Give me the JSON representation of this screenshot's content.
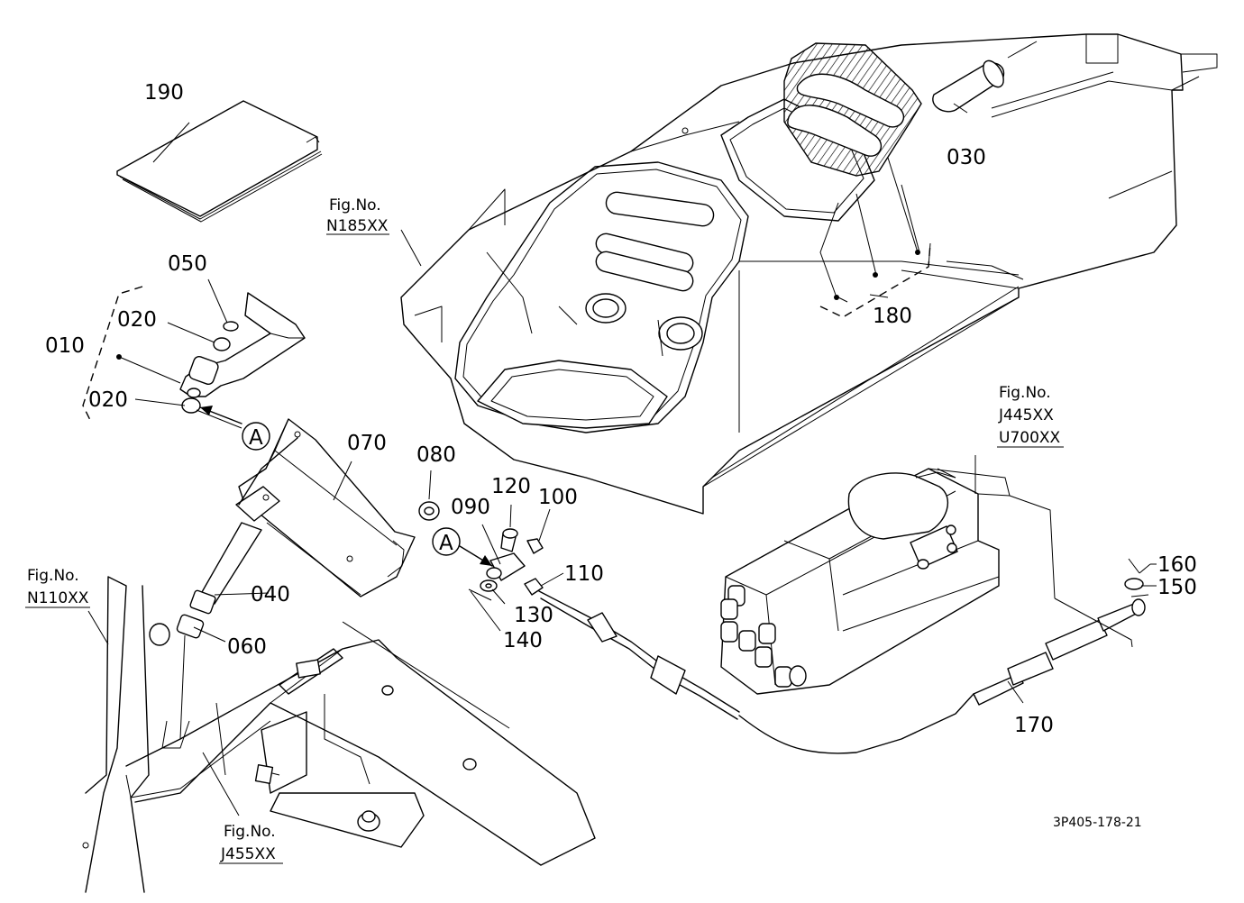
{
  "parts": {
    "p010": "010",
    "p020a": "020",
    "p020b": "020",
    "p030": "030",
    "p040": "040",
    "p050": "050",
    "p060": "060",
    "p070": "070",
    "p080": "080",
    "p090": "090",
    "p100": "100",
    "p110": "110",
    "p120": "120",
    "p130": "130",
    "p140": "140",
    "p150": "150",
    "p160": "160",
    "p170": "170",
    "p180": "180",
    "p190": "190"
  },
  "markers": {
    "a1": "A",
    "a2": "A"
  },
  "refs": {
    "n185": {
      "line1": "Fig.No.",
      "line2": "N185XX"
    },
    "j445": {
      "line1": "Fig.No.",
      "line2": "J445XX",
      "line3": "U700XX"
    },
    "n110": {
      "line1": "Fig.No.",
      "line2": "N110XX"
    },
    "j455": {
      "line1": "Fig.No.",
      "line2": "J455XX"
    }
  },
  "drawing_code": "3P405-178-21"
}
